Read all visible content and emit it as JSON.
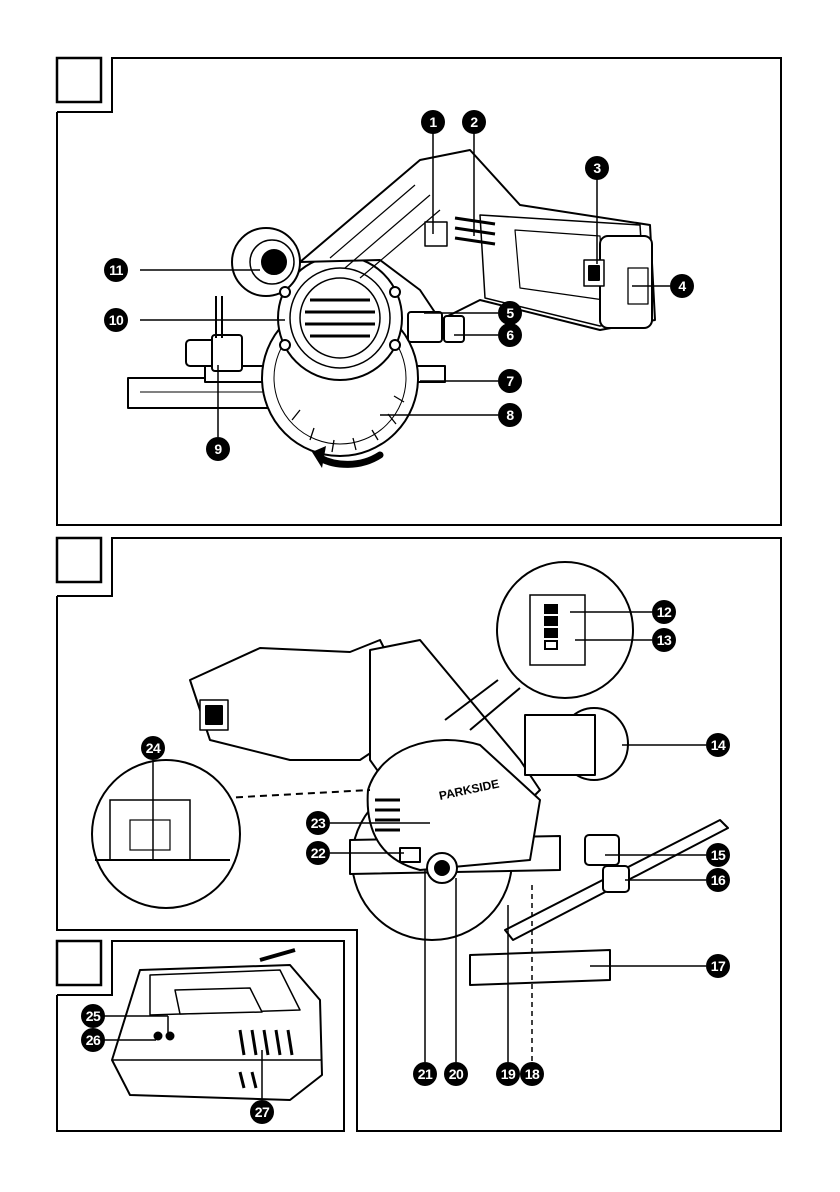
{
  "brand_label": "PARKSIDE",
  "callouts": {
    "c1": "1",
    "c2": "2",
    "c3": "3",
    "c4": "4",
    "c5": "5",
    "c6": "6",
    "c7": "7",
    "c8": "8",
    "c9": "9",
    "c10": "10",
    "c11": "11",
    "c12": "12",
    "c13": "13",
    "c14": "14",
    "c15": "15",
    "c16": "16",
    "c17": "17",
    "c18": "18",
    "c19": "19",
    "c20": "20",
    "c21": "21",
    "c22": "22",
    "c23": "23",
    "c24": "24",
    "c25": "25",
    "c26": "26",
    "c27": "27"
  },
  "colors": {
    "ink": "#000000",
    "paper": "#ffffff",
    "shade": "#cfcfcf"
  }
}
